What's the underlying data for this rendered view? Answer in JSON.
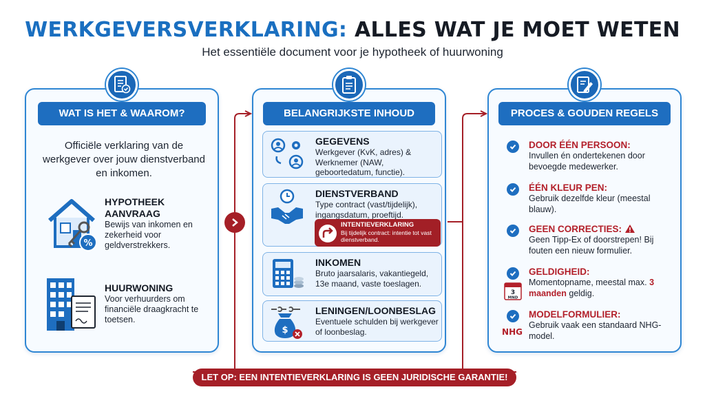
{
  "title": {
    "part1": "WERKGEVERSVERKLARING:",
    "part2": "ALLES WAT JE MOET WETEN"
  },
  "subtitle": "Het essentiële document voor je hypotheek of huurwoning",
  "colors": {
    "blue": "#1e6ec0",
    "red": "#a51f27",
    "panel_bg": "#f7fbff",
    "card_bg": "#eaf3fd"
  },
  "col1": {
    "icon": "document-check-icon",
    "header": "WAT IS HET & WAAROM?",
    "intro": "Officiële verklaring van de werkgever over jouw dienstverband en inkomen.",
    "items": [
      {
        "icon": "house-key-percent-icon",
        "title": "HYPOTHEEK AANVRAAG",
        "text": "Bewijs van inkomen en zekerheid voor geldverstrekkers."
      },
      {
        "icon": "building-contract-icon",
        "title": "HUURWONING",
        "text": "Voor verhuurders om financiële draagkracht te toetsen."
      }
    ]
  },
  "col2": {
    "icon": "clipboard-list-icon",
    "header": "BELANGRIJKSTE INHOUD",
    "cards": [
      {
        "icon": "people-gear-icon",
        "title": "GEGEVENS",
        "text": "Werkgever (KvK, adres) & Werknemer (NAW, geboortedatum, functie)."
      },
      {
        "icon": "handshake-clock-icon",
        "title": "DIENSTVERBAND",
        "text": "Type contract (vast/tijdelijk), ingangsdatum, proeftijd."
      },
      {
        "icon": "calculator-coins-icon",
        "title": "INKOMEN",
        "text": "Bruto jaarsalaris, vakantiegeld, 13e maand, vaste toeslagen."
      },
      {
        "icon": "moneybag-chain-icon",
        "title": "LENINGEN/LOONBESLAG",
        "text": "Eventuele schulden bij werkgever of loonbeslag."
      }
    ],
    "intent": {
      "title": "INTENTIEVERKLARING",
      "text": "Bij tijdelijk contract: intentie tot vast dienstverband."
    }
  },
  "col3": {
    "icon": "document-pen-icon",
    "header": "PROCES & GOUDEN REGELS",
    "rules": [
      {
        "title": "DOOR ÉÉN PERSOON:",
        "text": "Invullen én ondertekenen door bevoegde medewerker."
      },
      {
        "title": "ÉÉN KLEUR PEN:",
        "text": "Gebruik dezelfde kleur (meestal blauw)."
      },
      {
        "title": "GEEN CORRECTIES:",
        "text": "Geen Tipp-Ex of doorstrepen! Bij fouten een nieuw formulier."
      },
      {
        "title": "GELDIGHEID:",
        "text_a": "Momentopname, meestal max.",
        "text_bold": "3 maanden",
        "text_b": "geldig.",
        "calendar_number": "3",
        "calendar_label": "MND"
      },
      {
        "title": "MODELFORMULIER:",
        "text": "Gebruik vaak een standaard NHG-model.",
        "logo": "NHG"
      }
    ]
  },
  "warning": "LET OP: EEN INTENTIEVERKLARING IS GEEN JURIDISCHE GARANTIE!"
}
